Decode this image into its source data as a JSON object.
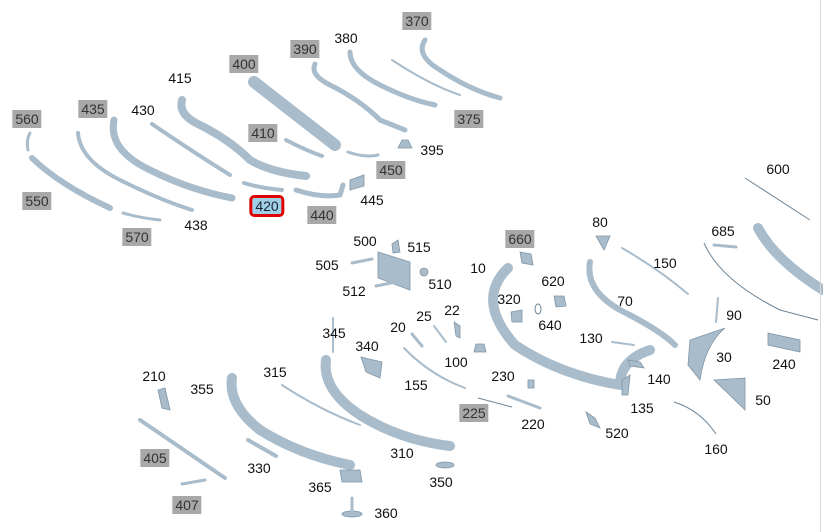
{
  "diagram": {
    "labels": [
      {
        "id": "370",
        "style": "gray"
      },
      {
        "id": "380",
        "style": "plain"
      },
      {
        "id": "390",
        "style": "gray"
      },
      {
        "id": "400",
        "style": "gray"
      },
      {
        "id": "415",
        "style": "plain"
      },
      {
        "id": "430",
        "style": "plain"
      },
      {
        "id": "435",
        "style": "gray"
      },
      {
        "id": "560",
        "style": "gray"
      },
      {
        "id": "410",
        "style": "gray"
      },
      {
        "id": "375",
        "style": "gray"
      },
      {
        "id": "395",
        "style": "plain"
      },
      {
        "id": "450",
        "style": "gray"
      },
      {
        "id": "445",
        "style": "plain"
      },
      {
        "id": "440",
        "style": "gray"
      },
      {
        "id": "420",
        "style": "selected"
      },
      {
        "id": "438",
        "style": "plain"
      },
      {
        "id": "570",
        "style": "gray"
      },
      {
        "id": "550",
        "style": "gray"
      },
      {
        "id": "600",
        "style": "plain"
      },
      {
        "id": "500",
        "style": "plain"
      },
      {
        "id": "515",
        "style": "plain"
      },
      {
        "id": "505",
        "style": "plain"
      },
      {
        "id": "510",
        "style": "plain"
      },
      {
        "id": "512",
        "style": "plain"
      },
      {
        "id": "660",
        "style": "gray"
      },
      {
        "id": "80",
        "style": "plain"
      },
      {
        "id": "685",
        "style": "plain"
      },
      {
        "id": "10",
        "style": "plain"
      },
      {
        "id": "620",
        "style": "plain"
      },
      {
        "id": "150",
        "style": "plain"
      },
      {
        "id": "320",
        "style": "plain"
      },
      {
        "id": "640",
        "style": "plain"
      },
      {
        "id": "70",
        "style": "plain"
      },
      {
        "id": "90",
        "style": "plain"
      },
      {
        "id": "345",
        "style": "plain"
      },
      {
        "id": "20",
        "style": "plain"
      },
      {
        "id": "25",
        "style": "plain"
      },
      {
        "id": "22",
        "style": "plain"
      },
      {
        "id": "340",
        "style": "plain"
      },
      {
        "id": "130",
        "style": "plain"
      },
      {
        "id": "30",
        "style": "plain"
      },
      {
        "id": "240",
        "style": "plain"
      },
      {
        "id": "100",
        "style": "plain"
      },
      {
        "id": "210",
        "style": "plain"
      },
      {
        "id": "355",
        "style": "plain"
      },
      {
        "id": "315",
        "style": "plain"
      },
      {
        "id": "155",
        "style": "plain"
      },
      {
        "id": "230",
        "style": "plain"
      },
      {
        "id": "140",
        "style": "plain"
      },
      {
        "id": "50",
        "style": "plain"
      },
      {
        "id": "135",
        "style": "plain"
      },
      {
        "id": "225",
        "style": "gray"
      },
      {
        "id": "220",
        "style": "plain"
      },
      {
        "id": "520",
        "style": "plain"
      },
      {
        "id": "160",
        "style": "plain"
      },
      {
        "id": "405",
        "style": "gray"
      },
      {
        "id": "330",
        "style": "plain"
      },
      {
        "id": "310",
        "style": "plain"
      },
      {
        "id": "350",
        "style": "plain"
      },
      {
        "id": "365",
        "style": "plain"
      },
      {
        "id": "407",
        "style": "gray"
      },
      {
        "id": "360",
        "style": "plain"
      }
    ],
    "colors": {
      "part": "#a9bccb",
      "highlight": "#e00000",
      "label_box": "#a8a8a8"
    }
  }
}
